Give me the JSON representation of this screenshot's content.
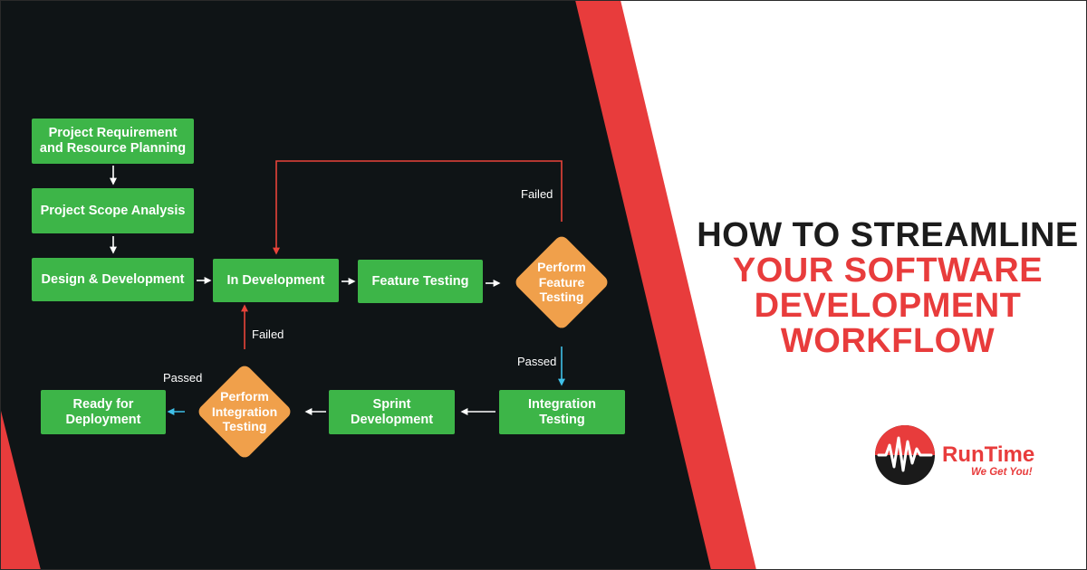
{
  "colors": {
    "dark_bg": "#0f1416",
    "accent_red": "#e83c3c",
    "node_green": "#3db548",
    "decision_orange": "#f0a04b",
    "arrow_white": "#ffffff",
    "arrow_red": "#e8433a",
    "arrow_blue": "#3fc0e8",
    "headline_dark": "#1c1c1c"
  },
  "headline": {
    "line1": "HOW TO STREAMLINE",
    "line2": "YOUR SOFTWARE",
    "line3": "DEVELOPMENT",
    "line4": "WORKFLOW"
  },
  "logo": {
    "name": "RunTime",
    "tagline": "We Get You!",
    "icon": "pulse-wave-icon"
  },
  "flowchart": {
    "nodes": [
      {
        "id": "req",
        "label": "Project Requirement and Resource Planning"
      },
      {
        "id": "scope",
        "label": "Project Scope Analysis"
      },
      {
        "id": "design",
        "label": "Design & Development"
      },
      {
        "id": "indev",
        "label": "In Development"
      },
      {
        "id": "ftest",
        "label": "Feature Testing"
      },
      {
        "id": "itest",
        "label": "Integration Testing"
      },
      {
        "id": "sprint",
        "label": "Sprint Development"
      },
      {
        "id": "ready",
        "label": "Ready for Deployment"
      }
    ],
    "decisions": [
      {
        "id": "pft",
        "label": "Perform Feature Testing"
      },
      {
        "id": "pit",
        "label": "Perform Integration Testing"
      }
    ],
    "edge_labels": {
      "feature_failed": "Failed",
      "feature_passed": "Passed",
      "integration_failed": "Failed",
      "integration_passed": "Passed"
    }
  }
}
